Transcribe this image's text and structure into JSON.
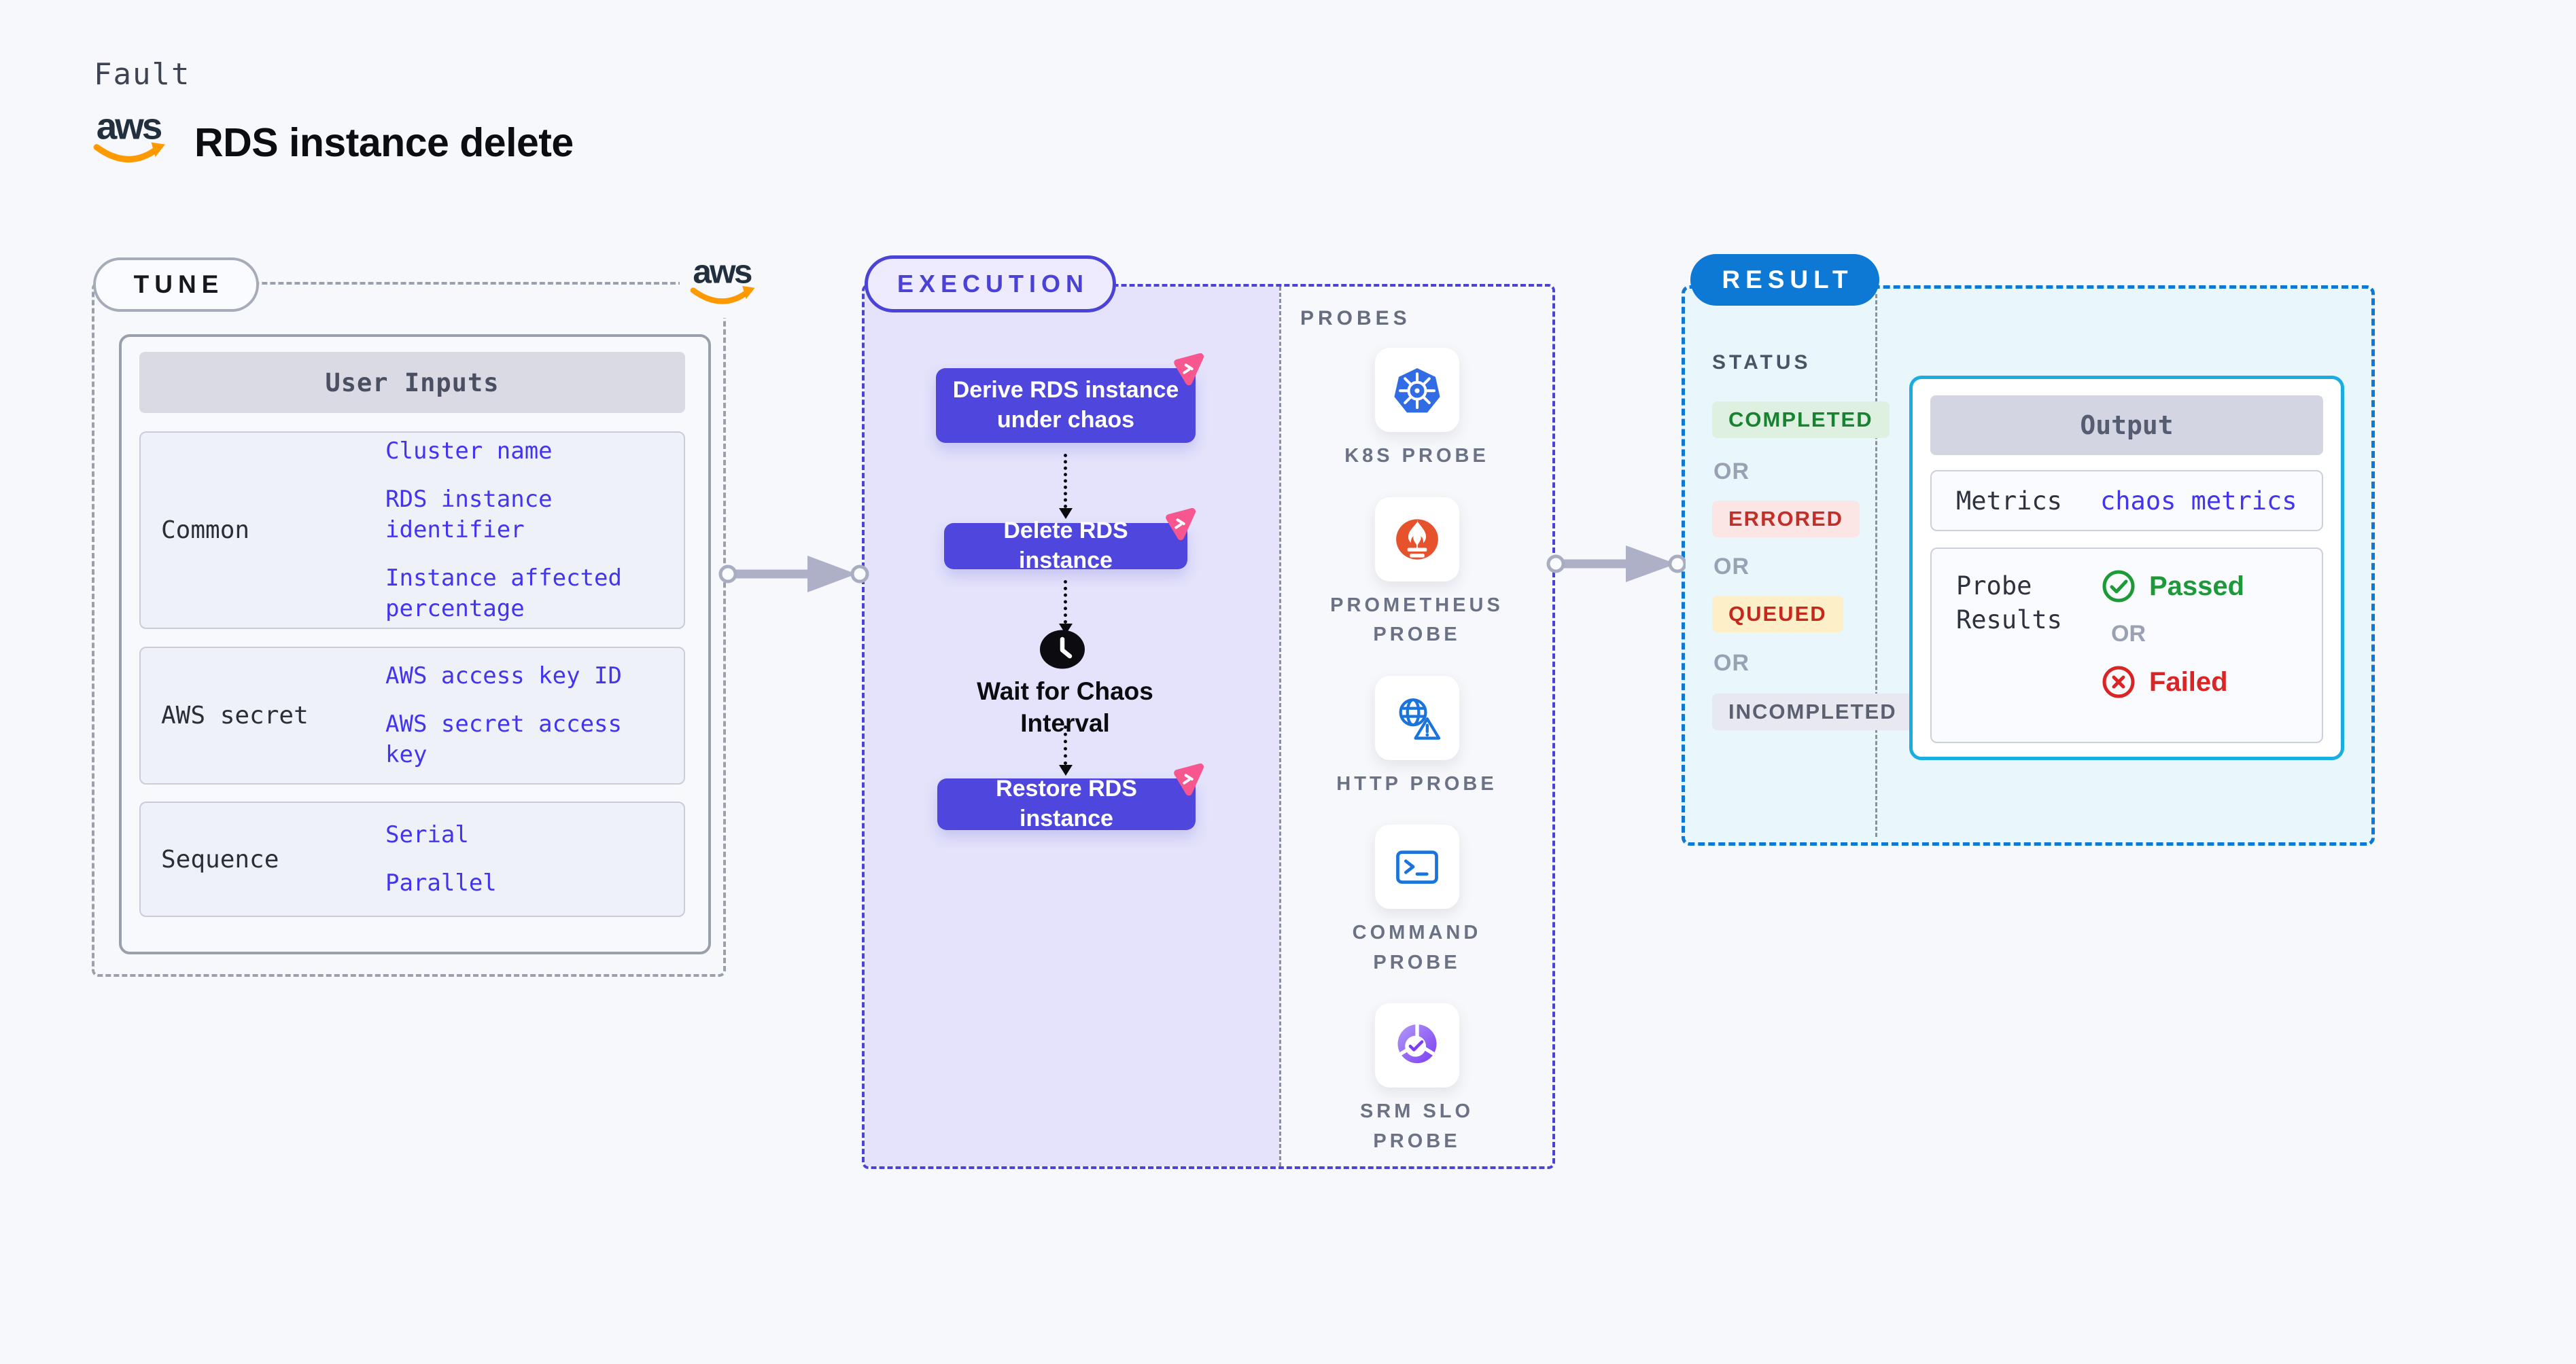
{
  "header": {
    "kicker": "Fault",
    "title": "RDS instance delete",
    "aws_logo_text": "aws"
  },
  "tune": {
    "badge": "TUNE",
    "panel_title": "User Inputs",
    "rows": [
      {
        "label": "Common",
        "links": [
          "Cluster name",
          "RDS instance identifier",
          "Instance affected percentage"
        ]
      },
      {
        "label": "AWS secret",
        "links": [
          "AWS access key ID",
          "AWS secret access key"
        ]
      },
      {
        "label": "Sequence",
        "links": [
          "Serial",
          "Parallel"
        ]
      }
    ]
  },
  "execution": {
    "badge": "EXECUTION",
    "steps": [
      "Derive RDS instance under chaos",
      "Delete RDS instance",
      "Restore RDS instance"
    ],
    "wait_label": "Wait for Chaos Interval"
  },
  "probes": {
    "heading": "PROBES",
    "items": [
      {
        "label": "K8S PROBE",
        "icon": "kubernetes-icon"
      },
      {
        "label": "PROMETHEUS PROBE",
        "icon": "prometheus-icon"
      },
      {
        "label": "HTTP PROBE",
        "icon": "http-globe-warning-icon"
      },
      {
        "label": "COMMAND PROBE",
        "icon": "terminal-icon"
      },
      {
        "label": "SRM SLO PROBE",
        "icon": "srm-slo-icon"
      }
    ]
  },
  "result": {
    "badge": "RESULT",
    "status_heading": "STATUS",
    "or_label": "OR",
    "statuses": [
      {
        "label": "COMPLETED",
        "bg": "#def1e1",
        "color": "#178230"
      },
      {
        "label": "ERRORED",
        "bg": "#fbe5e5",
        "color": "#c13028"
      },
      {
        "label": "QUEUED",
        "bg": "#fdf0c8",
        "color": "#c6281e"
      },
      {
        "label": "INCOMPLETED",
        "bg": "#e8e9f0",
        "color": "#5a6070"
      }
    ],
    "output": {
      "title": "Output",
      "metrics_label": "Metrics",
      "metrics_link": "chaos metrics",
      "probe_results_label": "Probe Results",
      "passed_label": "Passed",
      "failed_label": "Failed"
    }
  },
  "colors": {
    "page_bg": "#f7f8fb",
    "indigo_accent": "#4b43d6",
    "execution_fill": "#e4e3fb",
    "step_button": "#4f46dd",
    "chaos_pink": "#f7568f",
    "link_blue": "#4334ef",
    "result_blue": "#0e78d5",
    "output_border_cyan": "#19ade2",
    "passed_green": "#1d9a38",
    "failed_red": "#d92525",
    "arrow_gray": "#adb0c7"
  }
}
